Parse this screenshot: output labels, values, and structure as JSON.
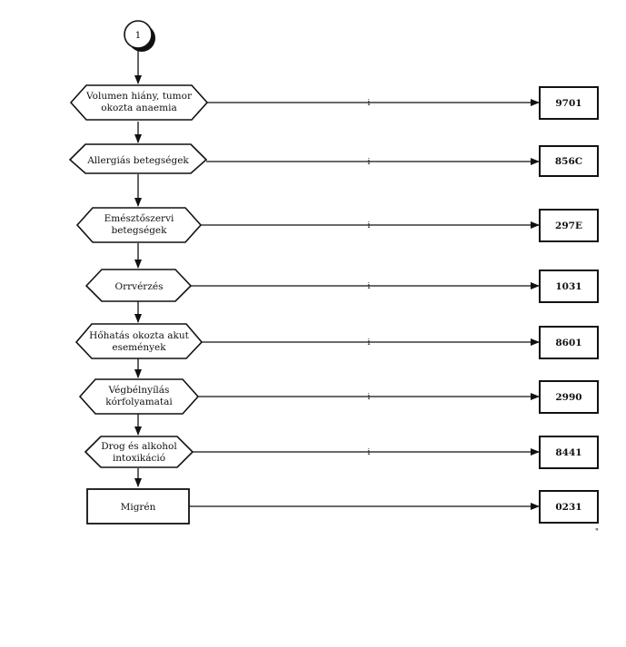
{
  "flow": {
    "connector_label": "1",
    "steps": [
      {
        "lines": [
          "Volumen hiány, tumor",
          "okozta anaemia"
        ],
        "branch_label": "i",
        "code": "9701"
      },
      {
        "lines": [
          "Allergiás betegségek"
        ],
        "branch_label": "i",
        "code": "856C"
      },
      {
        "lines": [
          "Emésztőszervi",
          "betegségek"
        ],
        "branch_label": "i",
        "code": "297E"
      },
      {
        "lines": [
          "Orrvérzés"
        ],
        "branch_label": "i",
        "code": "1031"
      },
      {
        "lines": [
          "Hőhatás okozta akut",
          "események"
        ],
        "branch_label": "i",
        "code": "8601"
      },
      {
        "lines": [
          "Végbélnyílás",
          "kórfolyamatai"
        ],
        "branch_label": "i",
        "code": "2990"
      },
      {
        "lines": [
          "Drog és alkohol",
          "intoxikáció"
        ],
        "branch_label": "i",
        "code": "8441"
      }
    ],
    "final": {
      "label": "Migrén",
      "code": "0231"
    },
    "footnote": "\""
  }
}
